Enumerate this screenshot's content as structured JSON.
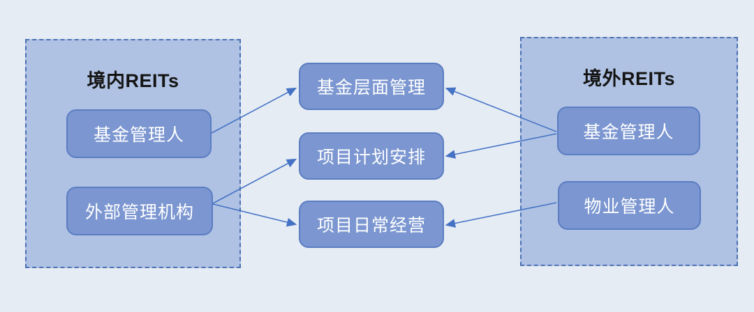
{
  "diagram": {
    "left_panel": {
      "title": "境内REITs",
      "boxes": [
        {
          "label": "基金管理人"
        },
        {
          "label": "外部管理机构"
        }
      ]
    },
    "center": {
      "boxes": [
        {
          "label": "基金层面管理"
        },
        {
          "label": "项目计划安排"
        },
        {
          "label": "项目日常经营"
        }
      ]
    },
    "right_panel": {
      "title": "境外REITs",
      "boxes": [
        {
          "label": "基金管理人"
        },
        {
          "label": "物业管理人"
        }
      ]
    },
    "connections": [
      {
        "from": "境内REITs 基金管理人",
        "to": "基金层面管理"
      },
      {
        "from": "境内REITs 外部管理机构",
        "to": "项目计划安排"
      },
      {
        "from": "境内REITs 外部管理机构",
        "to": "项目日常经营"
      },
      {
        "from": "境外REITs 基金管理人",
        "to": "基金层面管理"
      },
      {
        "from": "境外REITs 基金管理人",
        "to": "项目计划安排"
      },
      {
        "from": "境外REITs 物业管理人",
        "to": "项目日常经营"
      }
    ],
    "colors": {
      "page_background": "#e6ecf4",
      "panel_background": "#b0c2e3",
      "panel_border": "#4b70b4",
      "node_background": "#7b96d0",
      "node_border": "#5b7dc2",
      "node_text": "#ffffff",
      "title_text": "#141414",
      "arrow": "#4472c4"
    }
  }
}
